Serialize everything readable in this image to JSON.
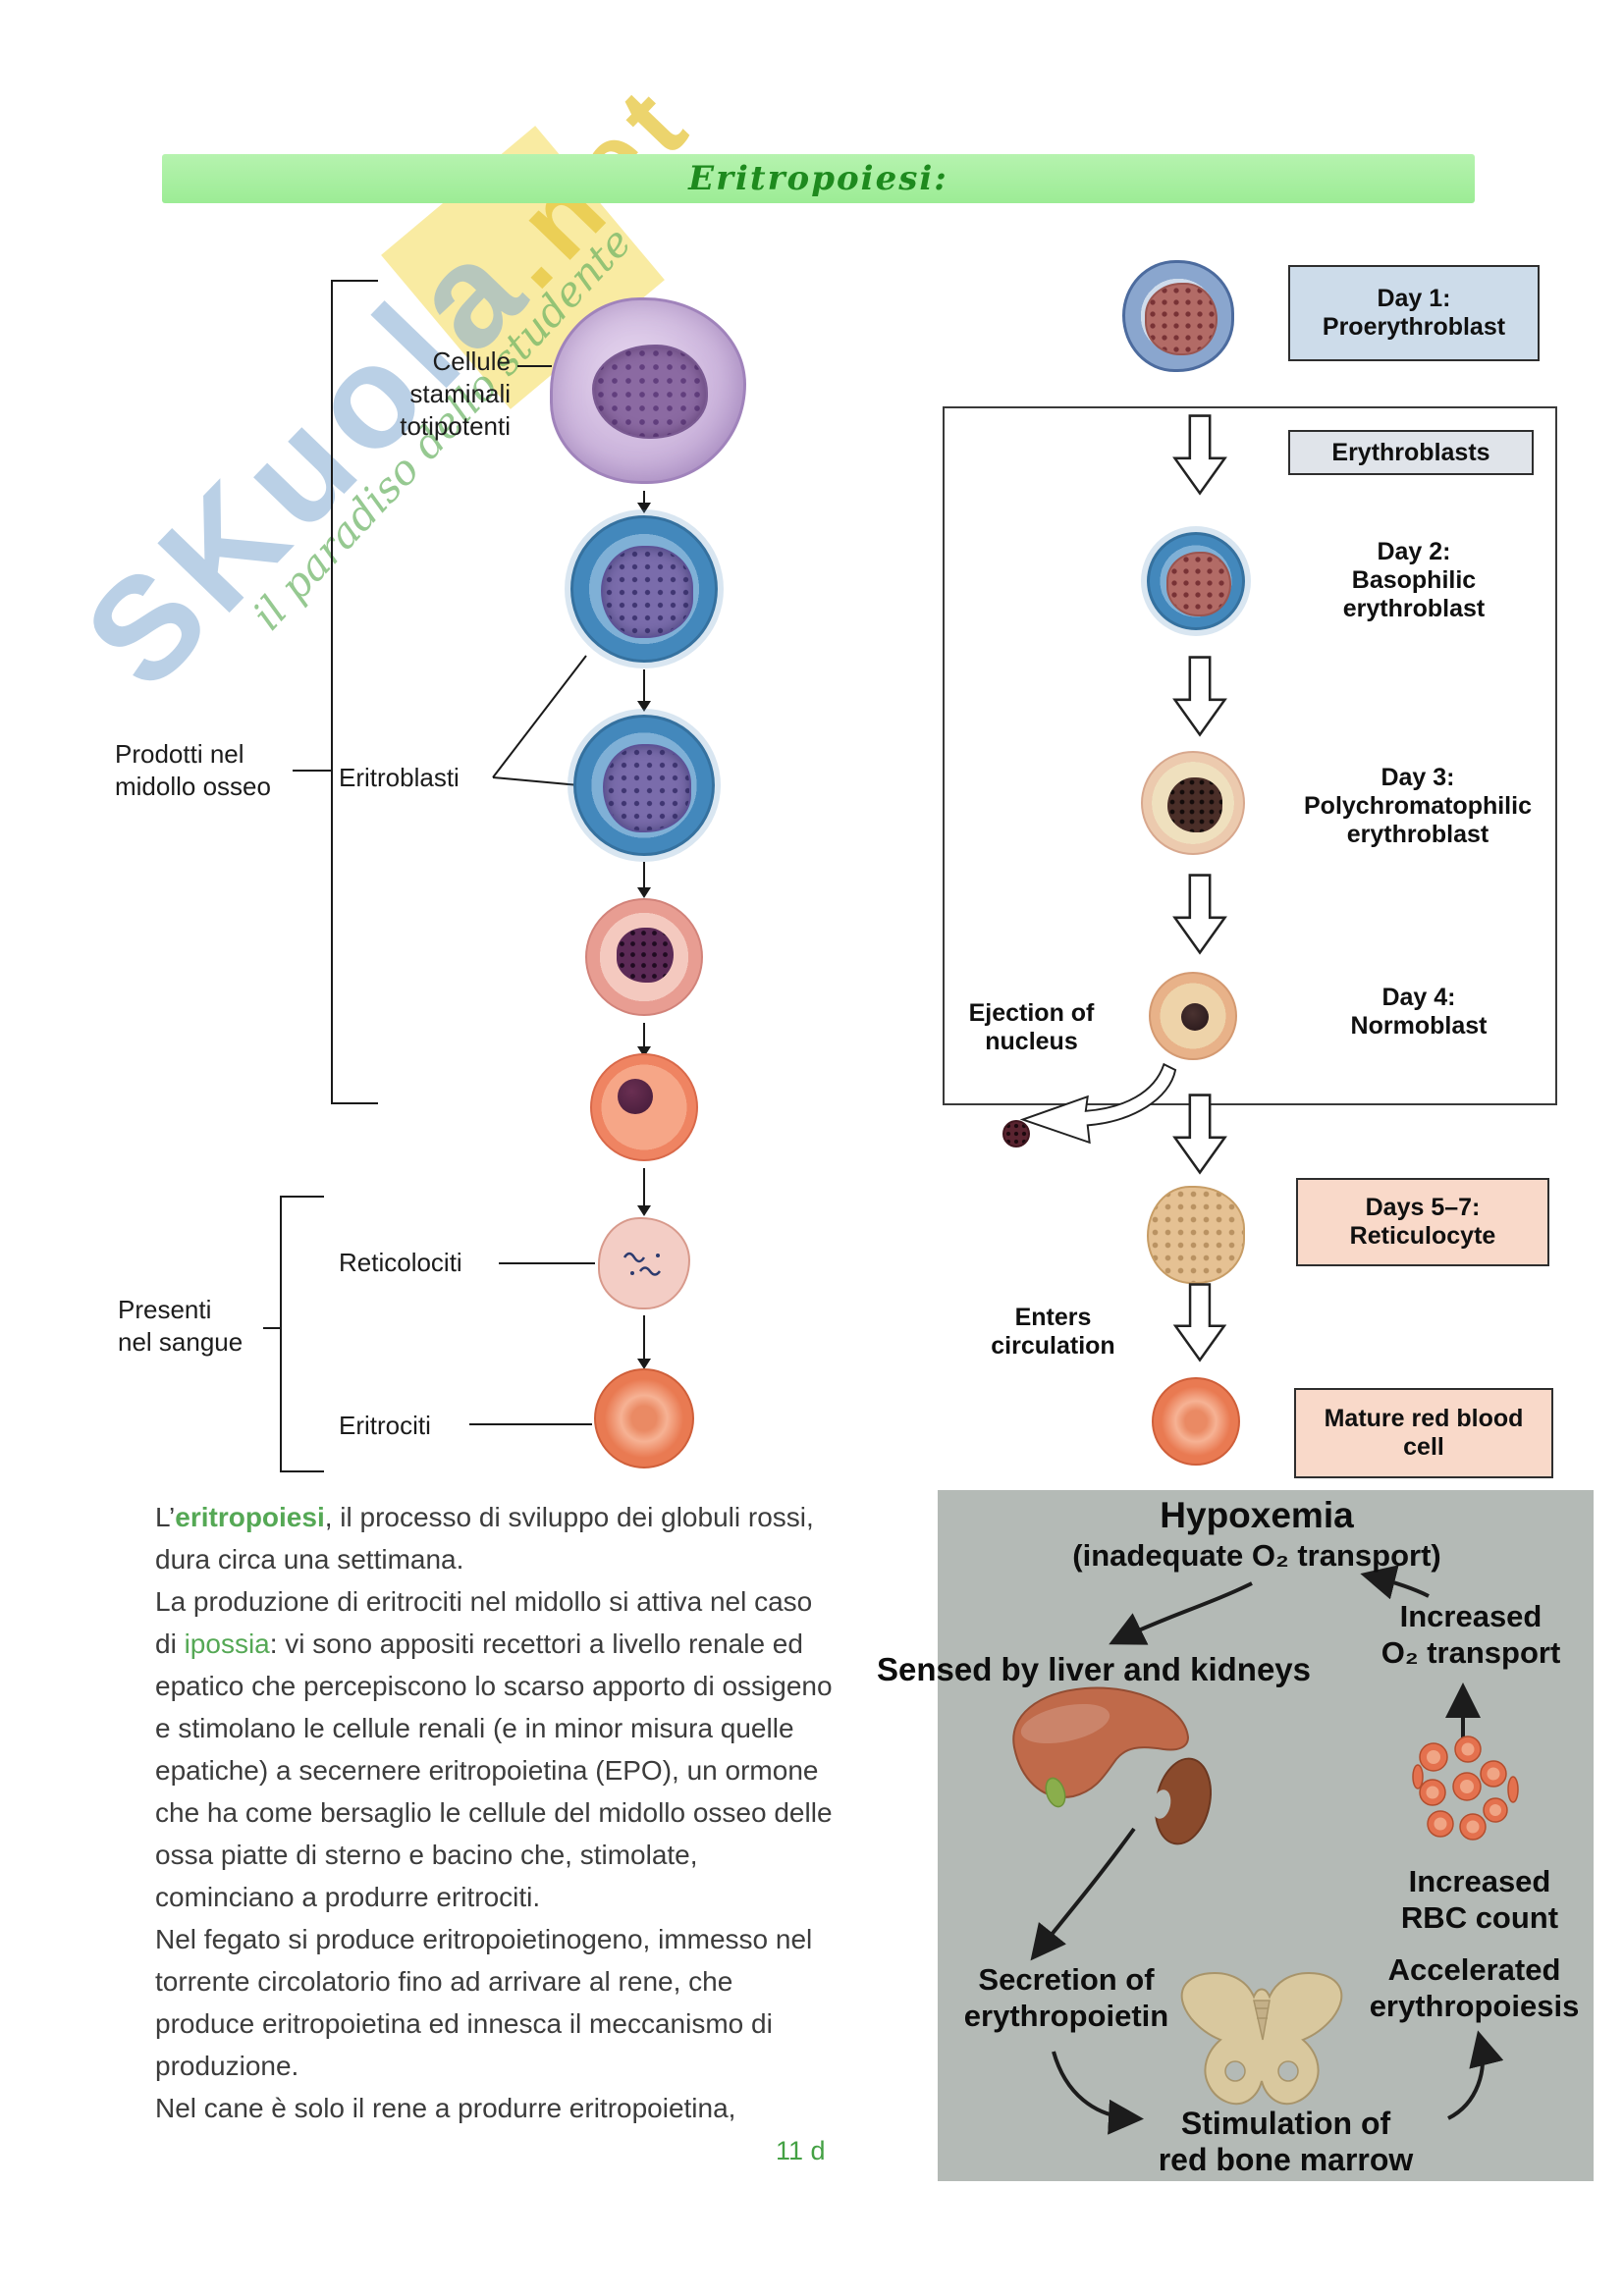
{
  "meta": {
    "title_bar": "Eritropoiesi:",
    "page_number": "11 d"
  },
  "watermark": {
    "brand": "SKuola",
    "brand_tld": ".net",
    "tagline": "il paradiso dello studente"
  },
  "colors": {
    "header_bar": "#a9efa4",
    "title_text": "#1e8a1e",
    "keyword_green": "#55a855",
    "day1_box": "#cddcea",
    "erythroblasts_box": "#e0e4ea",
    "reticulocyte_box": "#f9d9c9",
    "mature_box": "#f9d9c9",
    "feedback_panel": "#b4bab6",
    "page_number_green": "#44a144",
    "watermark_blue": "#8fb8d8",
    "watermark_yellow": "#edd24e"
  },
  "icons": {
    "down_arrow_icon": "⇩",
    "ejection_arrow_icon": "↩"
  },
  "maturation_diagram": {
    "stage_groups": {
      "bone_marrow": "Prodotti nel\nmidollo osseo",
      "blood": "Presenti\nnel sangue"
    },
    "labels": {
      "stem_cells": "Cellule\nstaminali\ntotipotenti",
      "erythroblasts": "Eritroblasti",
      "reticulocytes": "Reticolociti",
      "erythrocytes": "Eritrociti"
    }
  },
  "stages_diagram": {
    "day1_box": "Day 1:\nProerythroblast",
    "erythroblasts_box": "Erythroblasts",
    "day2": "Day 2:\nBasophilic\nerythroblast",
    "day3": "Day 3:\nPolychromatophilic\nerythroblast",
    "day4": "Day 4:\nNormoblast",
    "ejection": "Ejection of\nnucleus",
    "days_5_7_box": "Days 5–7:\nReticulocyte",
    "enters_circulation": "Enters\ncirculation",
    "mature_box": "Mature red blood\ncell"
  },
  "body_text": {
    "p1_prefix": "L’",
    "p1_keyword": "eritropoiesi",
    "p1_after": ", il processo di sviluppo dei globuli rossi, dura circa una settimana.\nLa produzione di eritrociti nel midollo si attiva nel caso di ",
    "p2_keyword": "ipossia",
    "p2_after": ": vi sono appositi recettori a livello renale ed epatico che percepiscono lo scarso apporto di ossigeno e stimolano le cellule renali (e in minor misura quelle epatiche) a secernere eritropoietina (EPO), un ormone che ha come bersaglio le cellule del midollo osseo delle ossa piatte di sterno e bacino che, stimolate, cominciano a produrre eritrociti.\nNel fegato si produce eritropoietinogeno, immesso nel torrente circolatorio fino ad arrivare al rene, che produce eritropoietina ed innesca il meccanismo di produzione.\nNel cane è solo il rene a produrre eritropoietina,"
  },
  "feedback_diagram": {
    "hypoxemia_title": "Hypoxemia",
    "hypoxemia_sub": "(inadequate O₂ transport)",
    "sensed": "Sensed by liver and kidneys",
    "increased_o2": "Increased\nO₂ transport",
    "increased_rbc": "Increased\nRBC count",
    "secretion": "Secretion of\nerythropoietin",
    "accelerated": "Accelerated\nerythropoiesis",
    "stimulation": "Stimulation of\nred bone marrow"
  }
}
